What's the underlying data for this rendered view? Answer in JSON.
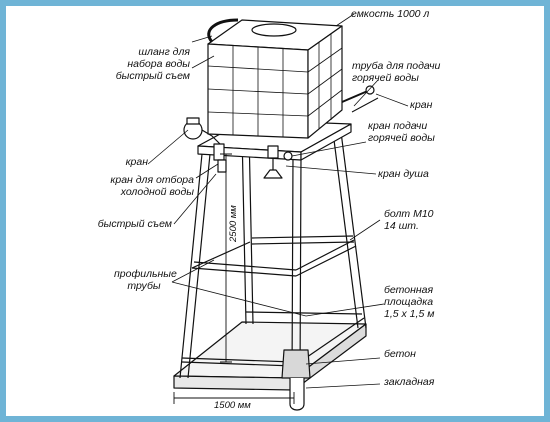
{
  "labels": {
    "tank": "емкость 1000 л",
    "fill_hose": [
      "шланг для",
      "набора воды"
    ],
    "quick_release_top": "быстрый съем",
    "hot_pipe": [
      "труба для подачи",
      "горячей воды"
    ],
    "valve_right": "кран",
    "valve_left": "кран",
    "hot_valve": [
      "кран подачи",
      "горячей воды"
    ],
    "cold_valve": [
      "кран для отбора",
      "холодной воды"
    ],
    "shower_valve": "кран душа",
    "quick_release_bottom": "быстрый съем",
    "bolt": [
      "болт М10",
      "14 шт."
    ],
    "profile_pipes": [
      "профильные",
      "трубы"
    ],
    "concrete_pad": [
      "бетонная",
      "площадка",
      "1,5 х 1,5 м"
    ],
    "concrete": "бетон",
    "embedded": "закладная"
  },
  "dimensions": {
    "height": "2500 мм",
    "width": "1500 мм"
  },
  "colors": {
    "background": "#6fb4d6",
    "frame": "#ffffff",
    "ink": "#111111"
  }
}
